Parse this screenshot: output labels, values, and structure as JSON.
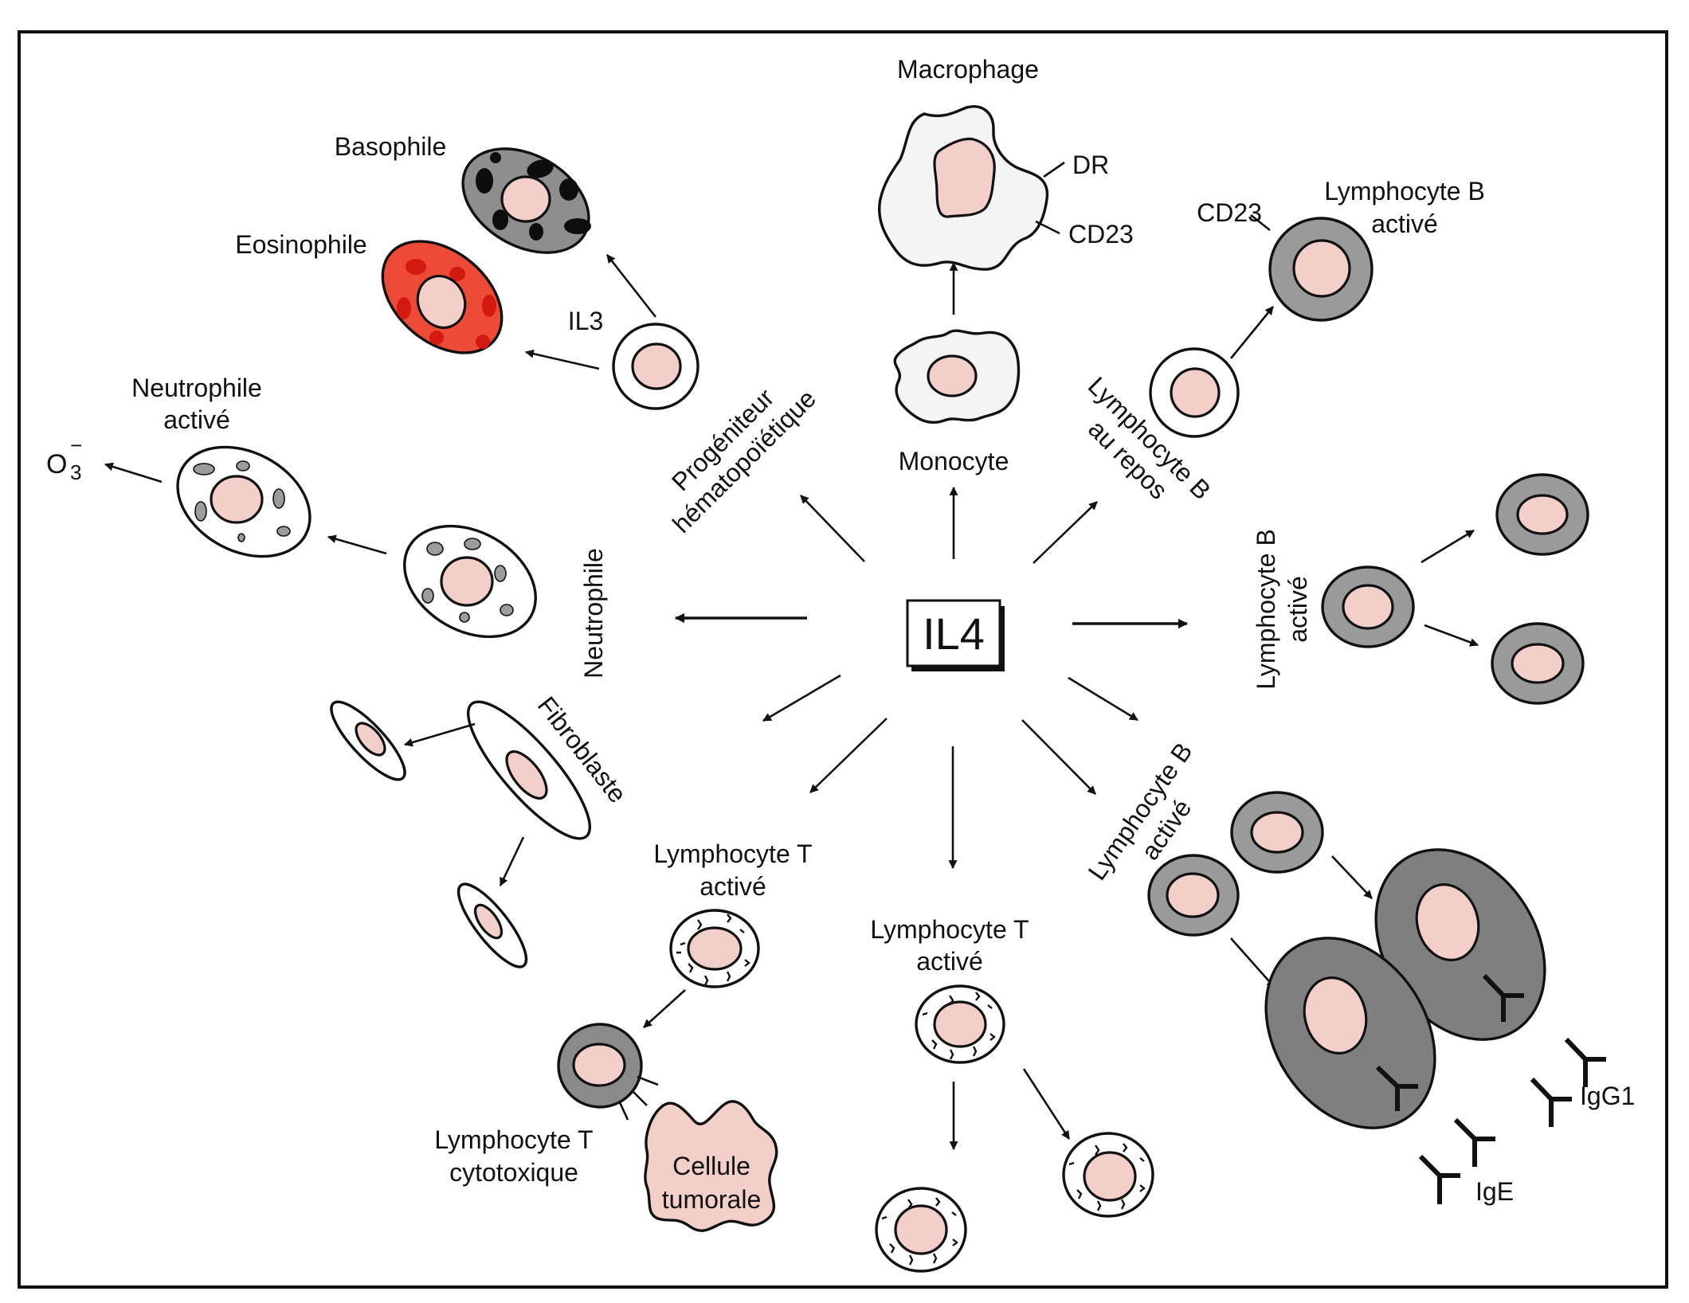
{
  "figure": {
    "center_label": "IL4",
    "colors": {
      "nucleus": "#f2cfc8",
      "gray_cell": "#9a9a9a",
      "dark_cell": "#7f7f7f",
      "eosinophil": "#ee4a38",
      "eosinophil_granule": "#d21a12",
      "outline": "#111111"
    }
  },
  "labels": {
    "macrophage": "Macrophage",
    "dr": "DR",
    "cd23_macrophage": "CD23",
    "monocyte": "Monocyte",
    "basophile": "Basophile",
    "eosinophile": "Eosinophile",
    "il3": "IL3",
    "progenitor_line1": "Progéniteur",
    "progenitor_line2": "hématopoïétique",
    "neutrophile_active_line1": "Neutrophile",
    "neutrophile_active_line2": "activé",
    "o3_base": "O",
    "o3_sub": "3",
    "o3_sup": "−",
    "neutrophile": "Neutrophile",
    "fibroblaste": "Fibroblaste",
    "lympho_t_active_left_line1": "Lymphocyte T",
    "lympho_t_active_left_line2": "activé",
    "lympho_t_cytotoxique_line1": "Lymphocyte T",
    "lympho_t_cytotoxique_line2": "cytotoxique",
    "cellule_tumorale_line1": "Cellule",
    "cellule_tumorale_line2": "tumorale",
    "lympho_t_active_center_line1": "Lymphocyte T",
    "lympho_t_active_center_line2": "activé",
    "cd23_b": "CD23",
    "lympho_b_active_top_line1": "Lymphocyte B",
    "lympho_b_active_top_line2": "activé",
    "lympho_b_repos_line1": "Lymphocyte B",
    "lympho_b_repos_line2": "au repos",
    "lympho_b_active_right_line1": "Lymphocyte B",
    "lympho_b_active_right_line2": "activé",
    "lympho_b_active_bottom_line1": "Lymphocyte B",
    "lympho_b_active_bottom_line2": "activé",
    "igg1": "IgG1",
    "ige": "IgE"
  }
}
